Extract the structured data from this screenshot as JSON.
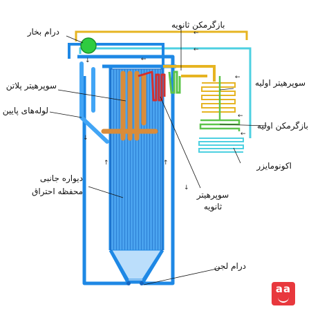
{
  "labels": {
    "steam_drum": "درام بخار",
    "secondary_reheater": "بازگرمکن ثانویه",
    "platen_superheater": "سوپرهیتر پلاتن",
    "downcomers": "لوله‌های پایین رونده",
    "primary_superheater": "سوپرهیتر اولیه",
    "primary_reheater": "بازگرمکن اولیه",
    "economizer": "اکونومایزر",
    "waterwall_line1": "دیواره جانبی",
    "waterwall_line2": "محفظه احتراق",
    "secondary_superheater_line1": "سوپرهیتر",
    "secondary_superheater_line2": "ثانویه",
    "mud_drum": "درام لجن"
  },
  "brand": {
    "text": "aa",
    "color": "#e8383d"
  },
  "colors": {
    "water": "#1e88e5",
    "panel": "#42a5f5",
    "drum": "#2ecc40",
    "steam_pipe": "#e6b422",
    "platen": "#d98c3a",
    "reheat": "#d32f2f",
    "green_pipe": "#5cc44a",
    "cyan_pipe": "#4dd0e1"
  }
}
